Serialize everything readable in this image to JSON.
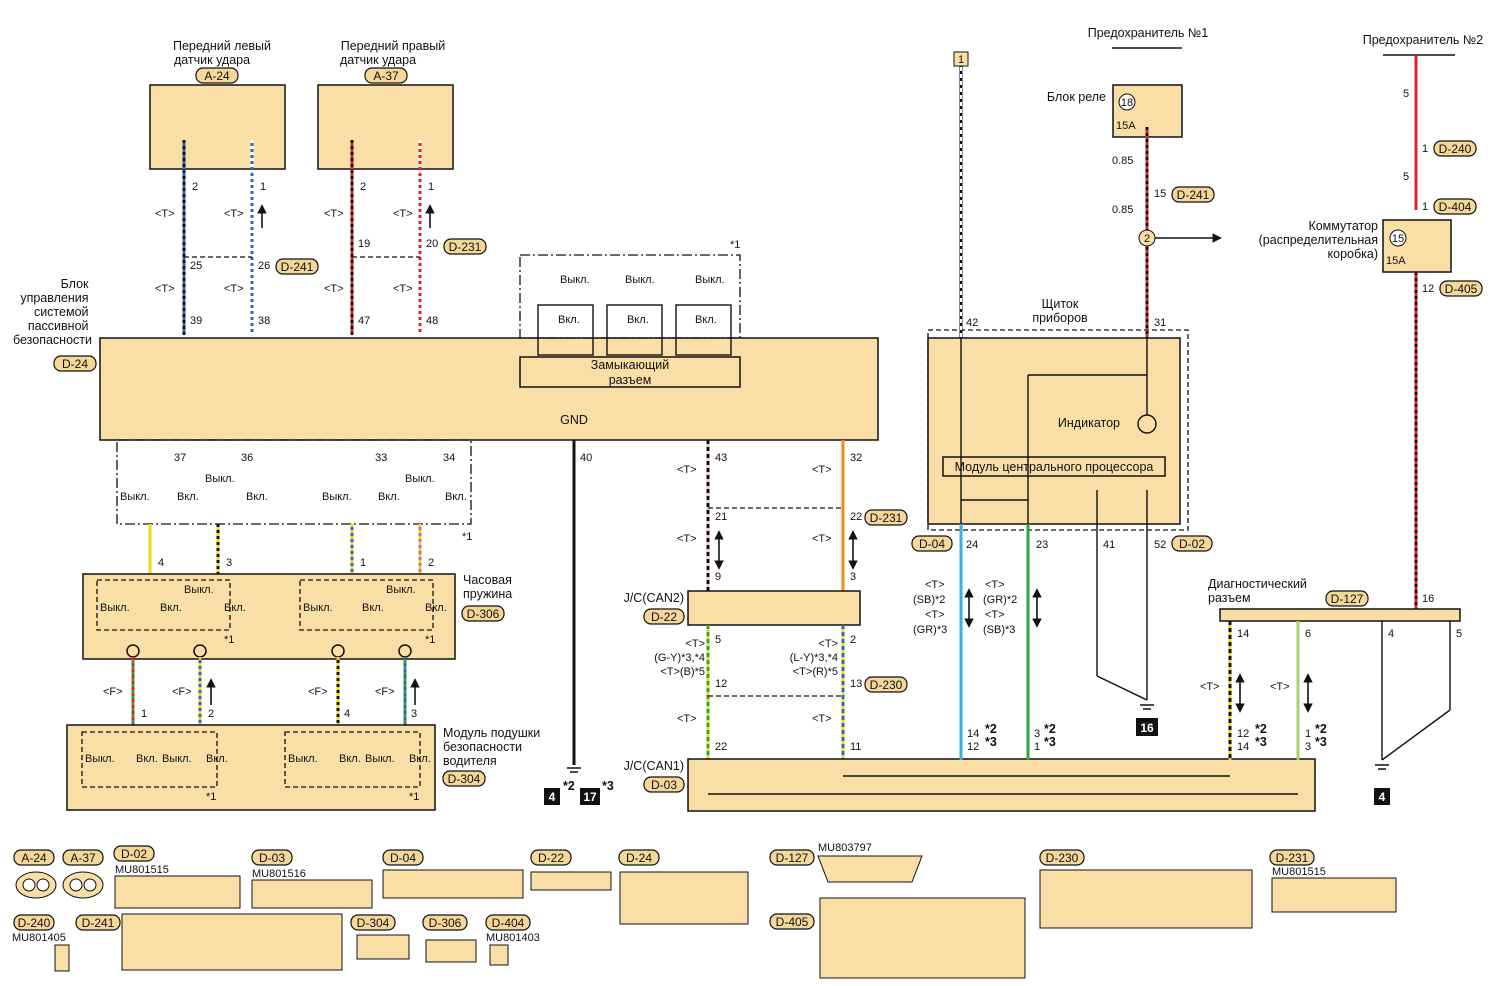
{
  "labels": {
    "front_left_sensor": [
      "Передний левый",
      "датчик удара"
    ],
    "front_right_sensor": [
      "Передний правый",
      "датчик удара"
    ],
    "srs_unit": [
      "Блок",
      "управления",
      "системой",
      "пассивной",
      "безопасности"
    ],
    "shorting_connector": [
      "Замыкающий",
      "разъем"
    ],
    "clock_spring": [
      "Часовая",
      "пружина"
    ],
    "airbag_module": [
      "Модуль подушки",
      "безопасности",
      "водителя"
    ],
    "fuse1": "Предохранитель №1",
    "fuse2": "Предохранитель №2",
    "relay_block": "Блок реле",
    "switchboard": [
      "Коммутатор",
      "(распределительная",
      "коробка)"
    ],
    "instrument_panel": [
      "Щиток",
      "приборов"
    ],
    "indicator": "Индикатор",
    "cpu": "Модуль центрального процессора",
    "diag": [
      "Диагностический",
      "разъем"
    ],
    "jc_can2": "J/C(CAN2)",
    "jc_can1": "J/C(CAN1)",
    "gnd": "GND",
    "off": "Выкл.",
    "on": "Вкл.",
    "fuse_18": "18",
    "fuse_15": "15",
    "amp": "15A",
    "wire_085": "0.85",
    "star1": "*1",
    "star2": "*2",
    "star3": "*3",
    "t": "<T>",
    "f": "<F>"
  },
  "tags": {
    "a24": "A-24",
    "a37": "A-37",
    "d241": "D-241",
    "d231": "D-231",
    "d24": "D-24",
    "d306": "D-306",
    "d304": "D-304",
    "d22": "D-22",
    "d230": "D-230",
    "d03": "D-03",
    "d04": "D-04",
    "d02": "D-02",
    "d127": "D-127",
    "d240": "D-240",
    "d404": "D-404",
    "d405": "D-405",
    "d241b": "D-241",
    "one": "1"
  },
  "notes": {
    "gy": "(G-Y)*3,*4",
    "b5": "<T>(B)*5",
    "ly": "(L-Y)*3,*4",
    "r5": "<T>(R)*5",
    "sb2": "(SB)*2",
    "gr3": "(GR)*3",
    "gr2": "(GR)*2",
    "sb3": "(SB)*3"
  },
  "grounds": {
    "g4a": "4",
    "g17": "17",
    "g16": "16",
    "g4b": "4"
  },
  "part_numbers": {
    "d02": "MU801515",
    "d03": "MU801516",
    "d240": "MU801405",
    "d404": "MU801403",
    "d127": "MU803797",
    "d231": "MU801515"
  },
  "connectors": {
    "a24": "A-24",
    "a37": "A-37",
    "d02": "D-02",
    "d03": "D-03",
    "d04": "D-04",
    "d22": "D-22",
    "d24": "D-24",
    "d127": "D-127",
    "d230": "D-230",
    "d231": "D-231",
    "d240": "D-240",
    "d241": "D-241",
    "d304": "D-304",
    "d306": "D-306",
    "d404": "D-404",
    "d405": "D-405"
  }
}
